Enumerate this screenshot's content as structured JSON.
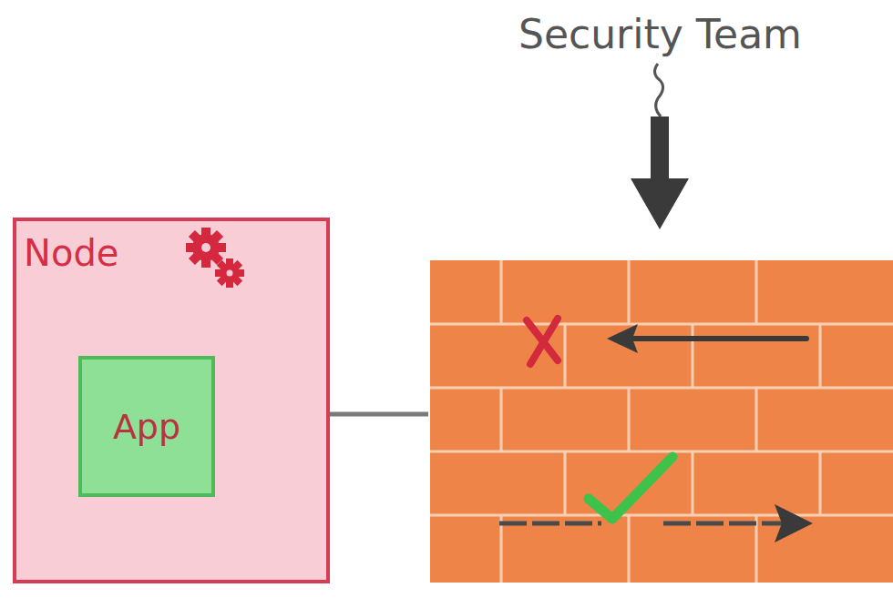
{
  "diagram": {
    "nodes": [
      {
        "text": [
          "Node"
        ]
      },
      {
        "text": [
          "App"
        ],
        "in": 0
      }
    ],
    "labels": [
      "Security Team"
    ]
  }
}
